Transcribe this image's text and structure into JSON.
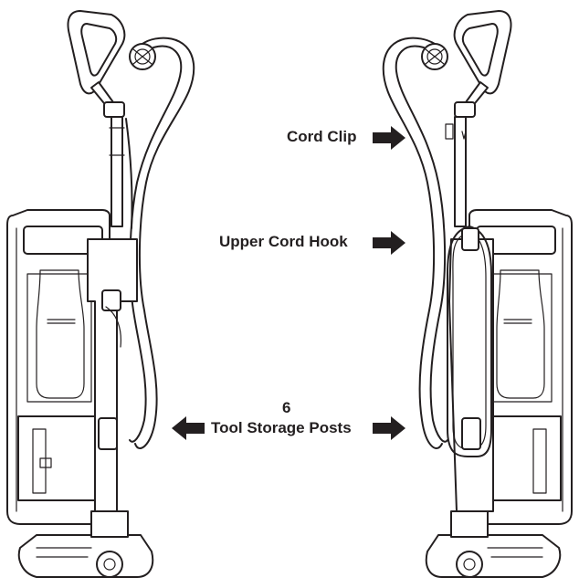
{
  "labels": {
    "cord_clip": "Cord Clip",
    "upper_cord_hook": "Upper Cord Hook",
    "tool_storage_count": "6",
    "tool_storage_posts": "Tool Storage Posts"
  },
  "colors": {
    "ink": "#231f20",
    "background": "#ffffff"
  },
  "icons": {
    "arrow_right": "arrow-right-icon",
    "arrow_left": "arrow-left-icon"
  }
}
